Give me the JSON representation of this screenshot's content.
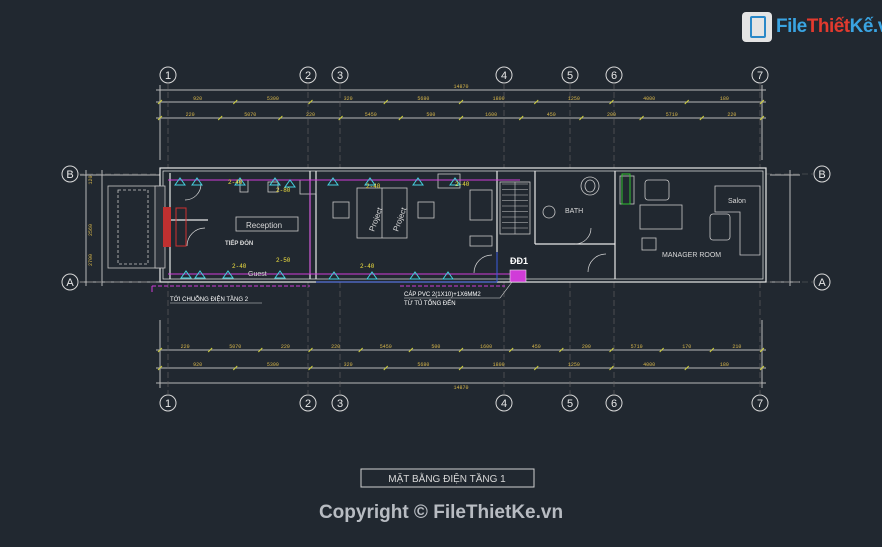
{
  "logo": {
    "main": "File",
    "mid": "Thiết",
    "end": "Kế",
    "suffix": ".vn"
  },
  "copyright": "Copyright © FileThietKe.vn",
  "drawing_title": "MẶT BẰNG ĐIỆN TẦNG 1",
  "axes_columns": [
    "1",
    "2",
    "3",
    "4",
    "5",
    "6",
    "7"
  ],
  "axes_rows": [
    "B",
    "A"
  ],
  "dim_top_total": "14870",
  "dim_top_row1": [
    "920",
    "5300",
    "320",
    "5680",
    "1800",
    "1250",
    "4000",
    "180"
  ],
  "dim_top_row2": [
    "220",
    "5070",
    "220",
    "5450",
    "500",
    "1600",
    "450",
    "200",
    "5710",
    "220"
  ],
  "dim_bottom_row1": [
    "220",
    "5070",
    "220",
    "220",
    "5450",
    "500",
    "1600",
    "450",
    "200",
    "5710",
    "170",
    "210"
  ],
  "dim_bottom_row2": [
    "920",
    "5300",
    "320",
    "5680",
    "1800",
    "1250",
    "4000",
    "180"
  ],
  "dim_bottom_total": "14870",
  "dim_left": [
    "120",
    "2560",
    "2700"
  ],
  "rooms": {
    "reception": "Reception",
    "tiep_don": "TIẾP ĐÓN",
    "project1": "Project",
    "project2": "Project",
    "bath": "BATH",
    "manager": "MANAGER ROOM",
    "salon": "Salon",
    "guest": "Guest"
  },
  "panel_label": "ĐĐ1",
  "notes": {
    "to_floor2": "TỚI CHUỖNG ĐIỆN TẦNG 2",
    "cable": "CÁP PVC 2(1X10)+1X6MM2",
    "cable2": "TỪ TỦ TỔNG ĐẾN"
  },
  "fixture_labels": [
    "2-40",
    "2-40",
    "2-80",
    "2-40",
    "2-50",
    "2-40",
    "2-40"
  ]
}
